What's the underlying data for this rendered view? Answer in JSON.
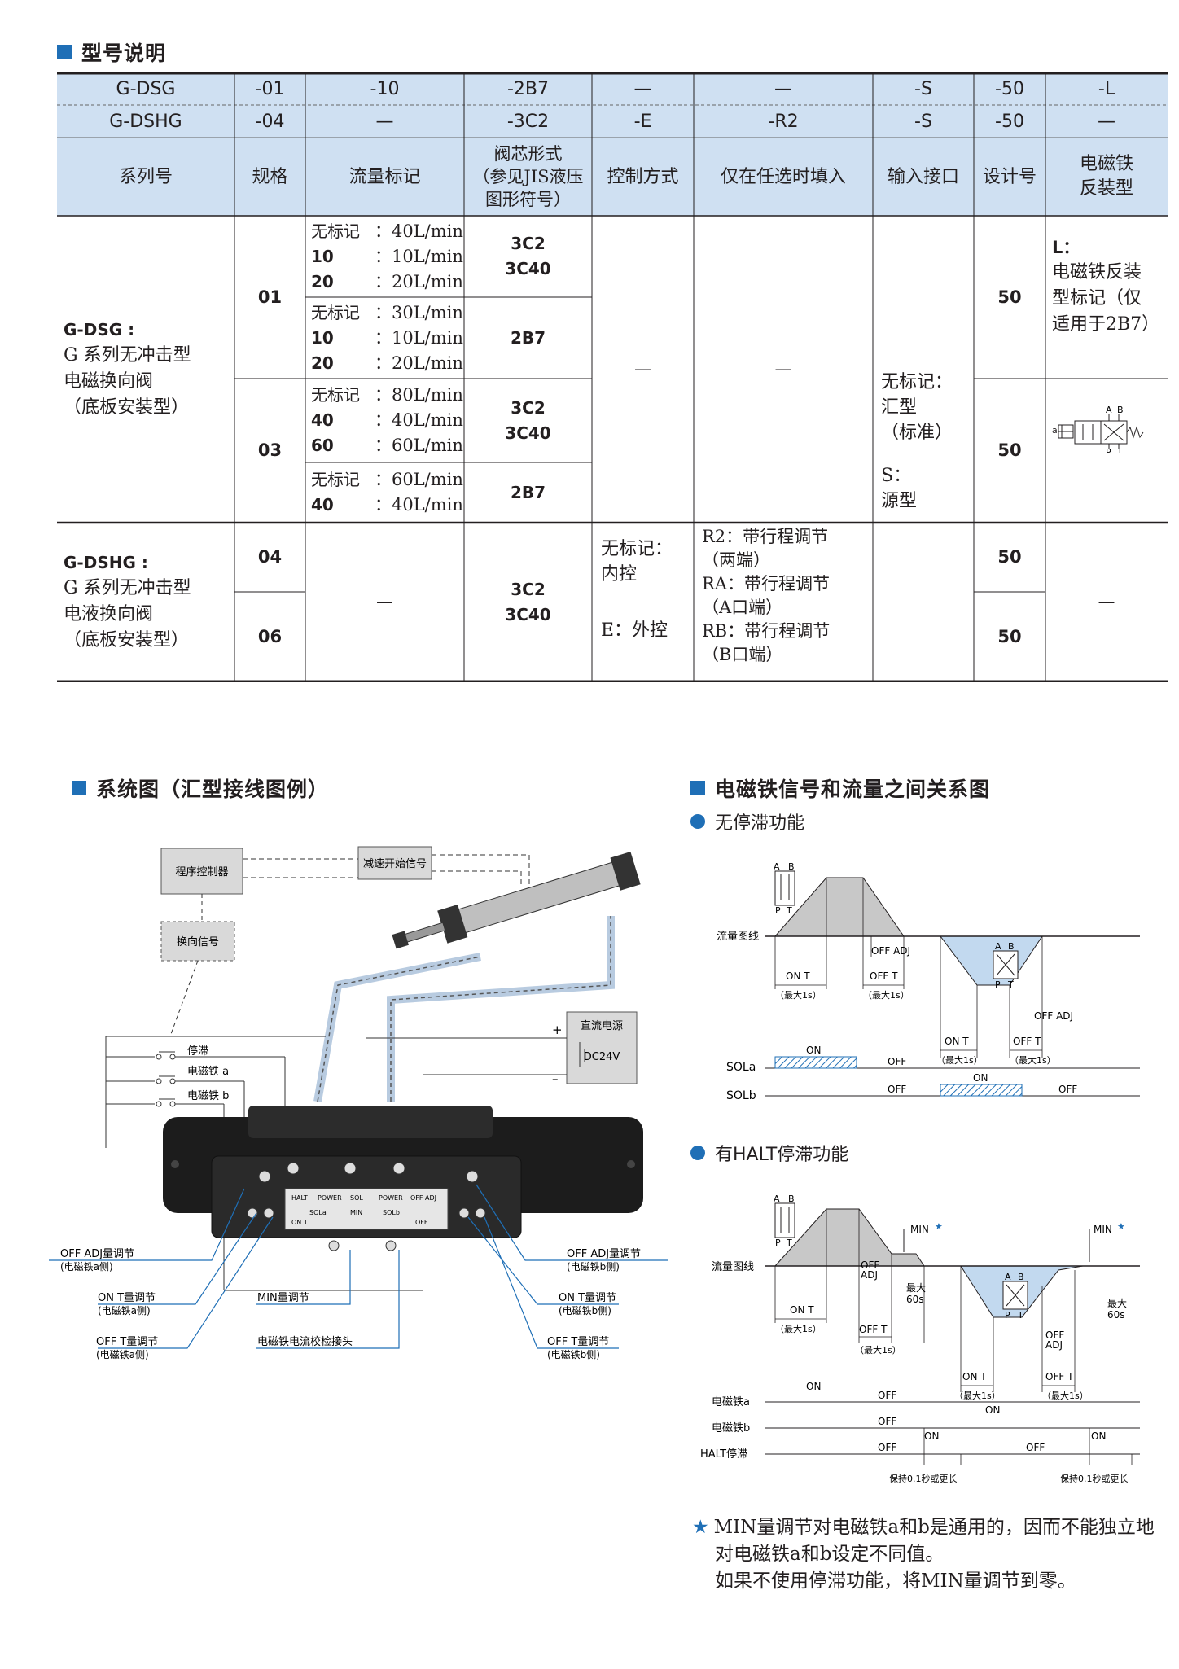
{
  "section1": {
    "title": "型号说明"
  },
  "table": {
    "row1": [
      "G-DSG",
      "-01",
      "-10",
      "-2B7",
      "—",
      "—",
      "-S",
      "-50",
      "-L"
    ],
    "row2": [
      "G-DSHG",
      "-04",
      "—",
      "-3C2",
      "-E",
      "-R2",
      "-S",
      "-50",
      "—"
    ],
    "headers": [
      "系列号",
      "规格",
      "流量标记",
      "阀芯形式\n（参见JIS液压\n图形符号）",
      "控制方式",
      "仅在任选时填入",
      "输入接口",
      "设计号",
      "电磁铁\n反装型"
    ],
    "dsg_series": {
      "name": "G-DSG :",
      "desc": "G 系列无冲击型\n电磁换向阀\n（底板安装型）"
    },
    "dshg_series": {
      "name": "G-DSHG :",
      "desc": "G 系列无冲击型\n电液换向阀\n（底板安装型）"
    },
    "sizes": [
      "01",
      "03",
      "04",
      "06"
    ],
    "flow": [
      [
        [
          "无标记",
          "：40L/min"
        ],
        [
          "10",
          "：10L/min"
        ],
        [
          "20",
          "：20L/min"
        ]
      ],
      [
        [
          "无标记",
          "：30L/min"
        ],
        [
          "10",
          "：10L/min"
        ],
        [
          "20",
          "：20L/min"
        ]
      ],
      [
        [
          "无标记",
          "：80L/min"
        ],
        [
          "40",
          "：40L/min"
        ],
        [
          "60",
          "：60L/min"
        ]
      ],
      [
        [
          "无标记",
          "：60L/min"
        ],
        [
          "40",
          "：40L/min"
        ]
      ]
    ],
    "spool": [
      "3C2\n3C40",
      "2B7",
      "3C2\n3C40",
      "2B7",
      "3C2\n3C40"
    ],
    "dash": "—",
    "control": {
      "none": "无标记：\n内控",
      "e": "E：外控"
    },
    "options": [
      "R2：带行程调节\n（两端）",
      "RA：带行程调节\n（A口端）",
      "RB：带行程调节\n（B口端）"
    ],
    "input": {
      "none": "无标记：\n汇型\n（标准）",
      "s": "S：\n源型"
    },
    "design": [
      "50",
      "50",
      "50",
      "50"
    ],
    "reverse": {
      "label": "L：",
      "desc": "电磁铁反装\n型标记（仅\n适用于2B7）"
    }
  },
  "section2": {
    "title": "系统图（汇型接线图例）"
  },
  "sysdiag": {
    "controller": "程序控制器",
    "switch_signal": "换向信号",
    "decel_signal": "减速开始信号",
    "dc_power": "直流电源",
    "dc24v": "DC24V",
    "plus": "+",
    "minus": "–",
    "stop": "停滞",
    "sol_a": "电磁铁 a",
    "sol_b": "电磁铁 b",
    "labels_left": [
      [
        "OFF ADJ量调节",
        "(电磁铁a侧)"
      ],
      [
        "ON T量调节",
        "(电磁铁a侧)"
      ],
      [
        "OFF T量调节",
        "(电磁铁a侧)"
      ]
    ],
    "labels_mid": [
      "MIN量调节",
      "电磁铁电流校检接头"
    ],
    "labels_right": [
      [
        "OFF ADJ量调节",
        "(电磁铁b侧)"
      ],
      [
        "ON T量调节",
        "(电磁铁b侧)"
      ],
      [
        "OFF T量调节",
        "(电磁铁b侧)"
      ]
    ],
    "panel_text": [
      "HALT",
      "POWER",
      "SOL",
      "POWER",
      "OFF ADJ",
      "SOLa",
      "MIN",
      "SOLb",
      "ON T",
      "OFF T"
    ]
  },
  "section3": {
    "title": "电磁铁信号和流量之间关系图"
  },
  "timing1": {
    "subtitle": "无停滞功能",
    "flow_line": "流量图线",
    "on_t": "ON T",
    "off_t": "OFF T",
    "off_adj": "OFF ADJ",
    "max1s": "（最大1s）",
    "on": "ON",
    "off": "OFF",
    "sola": "SOLa",
    "solb": "SOLb",
    "a": "A",
    "b": "B",
    "p": "P",
    "t": "T"
  },
  "timing2": {
    "subtitle": "有HALT停滞功能",
    "flow_line": "流量图线",
    "min": "MIN",
    "star": "★",
    "on_t": "ON T",
    "off_t": "OFF T",
    "off": "OFF",
    "adj": "ADJ",
    "max1s": "（最大1s）",
    "max60": "最大",
    "s60": "60s",
    "on": "ON",
    "offw": "OFF",
    "sola": "电磁铁a",
    "solb": "电磁铁b",
    "halt": "HALT停滞",
    "hold": "保持0.1秒或更长"
  },
  "note": {
    "star": "★",
    "line1": "MIN量调节对电磁铁a和b是通用的，因而不能独立地",
    "line2": "对电磁铁a和b设定不同值。",
    "line3": "如果不使用停滞功能，将MIN量调节到零。"
  },
  "colors": {
    "header_bg": "#cfe0f2",
    "accent": "#1f6fb6",
    "gray_fill": "#c8c8c8",
    "blue_fill": "#c2d9ef"
  }
}
